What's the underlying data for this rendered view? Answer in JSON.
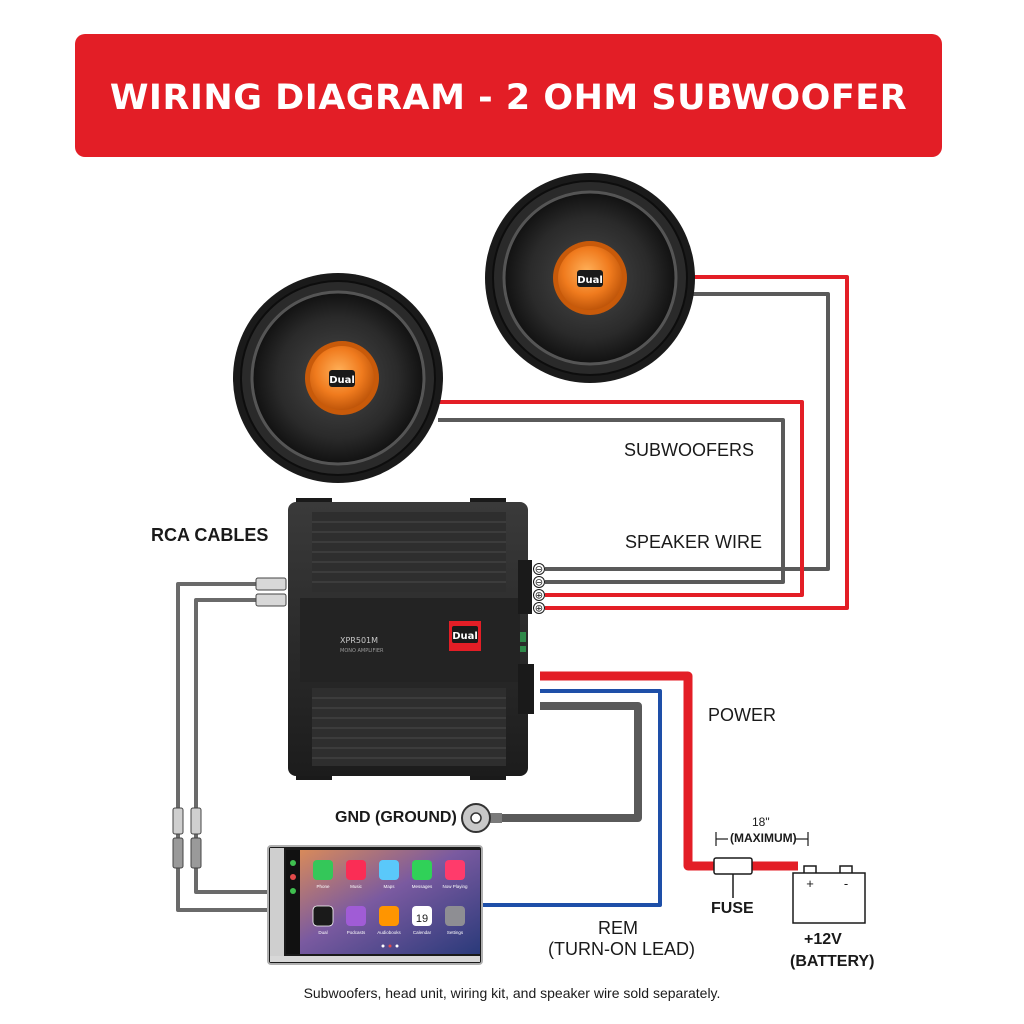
{
  "title": "WIRING DIAGRAM - 2 OHM SUBWOOFER",
  "labels": {
    "rca_cables": "RCA CABLES",
    "subwoofers": "SUBWOOFERS",
    "speaker_wire": "SPEAKER WIRE",
    "power": "POWER",
    "gnd": "GND (GROUND)",
    "fuse": "FUSE",
    "fuse_length": "18\"",
    "fuse_max": "(MAXIMUM)",
    "rem": "REM",
    "rem_sub": "(TURN-ON LEAD)",
    "battery_voltage": "+12V",
    "battery": "(BATTERY)",
    "battery_plus": "+",
    "battery_minus": "-"
  },
  "brand": "Dual",
  "amplifier": {
    "model": "XPR501M",
    "subtitle": "MONO AMPLIFIER"
  },
  "terminals": [
    "⊖",
    "⊖",
    "⊕",
    "⊕"
  ],
  "head_unit": {
    "apps_row1": [
      "Phone",
      "Music",
      "Maps",
      "Messages",
      "Now Playing"
    ],
    "apps_row2": [
      "Dual",
      "Podcasts",
      "Audiobooks",
      "Calendar",
      "Settings"
    ],
    "calendar_day": "19"
  },
  "footer": "Subwoofers, head unit, wiring kit, and speaker wire sold separately.",
  "colors": {
    "banner": "#e31e26",
    "wire_red": "#e31e26",
    "wire_gray": "#5a5a5a",
    "wire_blue": "#1e4fa8",
    "cone_orange": "#f07b1e",
    "amp_body": "#2a2a2a"
  }
}
